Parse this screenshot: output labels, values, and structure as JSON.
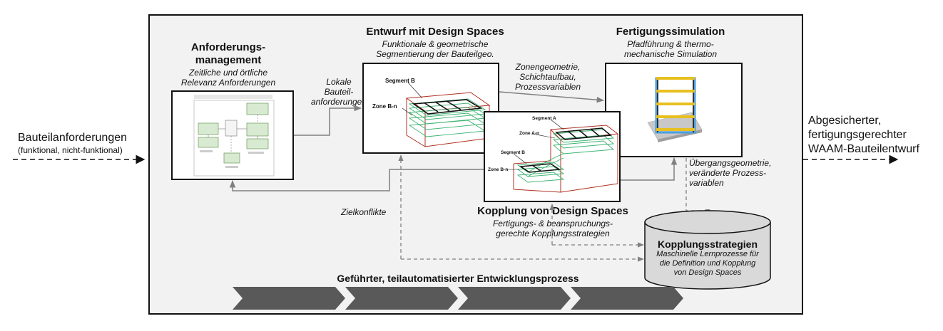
{
  "input": {
    "title": "Bauteilanforderungen",
    "subtitle": "(funktional, nicht-funktional)"
  },
  "output": {
    "line1": "Abgesicherter,",
    "line2": "fertigungsgerechter",
    "line3": "WAAM-Bauteilentwurf"
  },
  "anforderung": {
    "title1": "Anforderungs-",
    "title2": "management",
    "sub1": "Zeitliche und örtliche",
    "sub2": "Relevanz Anforderungen"
  },
  "entwurf": {
    "title": "Entwurf mit Design Spaces",
    "sub1": "Funktionale & geometrische",
    "sub2": "Segmentierung der Bauteilgeo.",
    "segment_label": "Segment B",
    "zone_label": "Zone B-n"
  },
  "fertigung": {
    "title": "Fertigungssimulation",
    "sub1": "Pfadführung & thermo-",
    "sub2": "mechanische Simulation"
  },
  "kopplung": {
    "title": "Kopplung von Design Spaces",
    "sub1": "Fertigungs- & beanspruchungs-",
    "sub2": "gerechte Kopplungsstrategien",
    "segment_a": "Segment A",
    "zone_an": "Zone A-n",
    "segment_b": "Segment B",
    "zone_bn": "Zone B-n"
  },
  "labels": {
    "lokale1": "Lokale",
    "lokale2": "Bauteil-",
    "lokale3": "anforderungen",
    "zonen1": "Zonengeometrie,",
    "zonen2": "Schichtaufbau,",
    "zonen3": "Prozessvariablen",
    "ueber1": "Übergangsgeometrie,",
    "ueber2": "veränderte Prozess-",
    "ueber3": "variablen",
    "ziel": "Zielkonflikte"
  },
  "db": {
    "title": "Kopplungsstrategien",
    "sub1": "Maschinelle Lernprozesse für",
    "sub2": "die Definition und Kopplung",
    "sub3": "von Design Spaces"
  },
  "process": {
    "title": "Geführter, teilautomatisierter Entwicklungsprozess",
    "step_count": 4
  },
  "colors": {
    "frame_bg": "#f2f2f2",
    "chevron": "#595959",
    "line": "#808080",
    "zone_green": "#3cb371",
    "box_red": "#b03020",
    "sim_yellow": "#e8c020",
    "sim_blue": "#4a9fe0",
    "db_fill": "#d9d9d9"
  }
}
